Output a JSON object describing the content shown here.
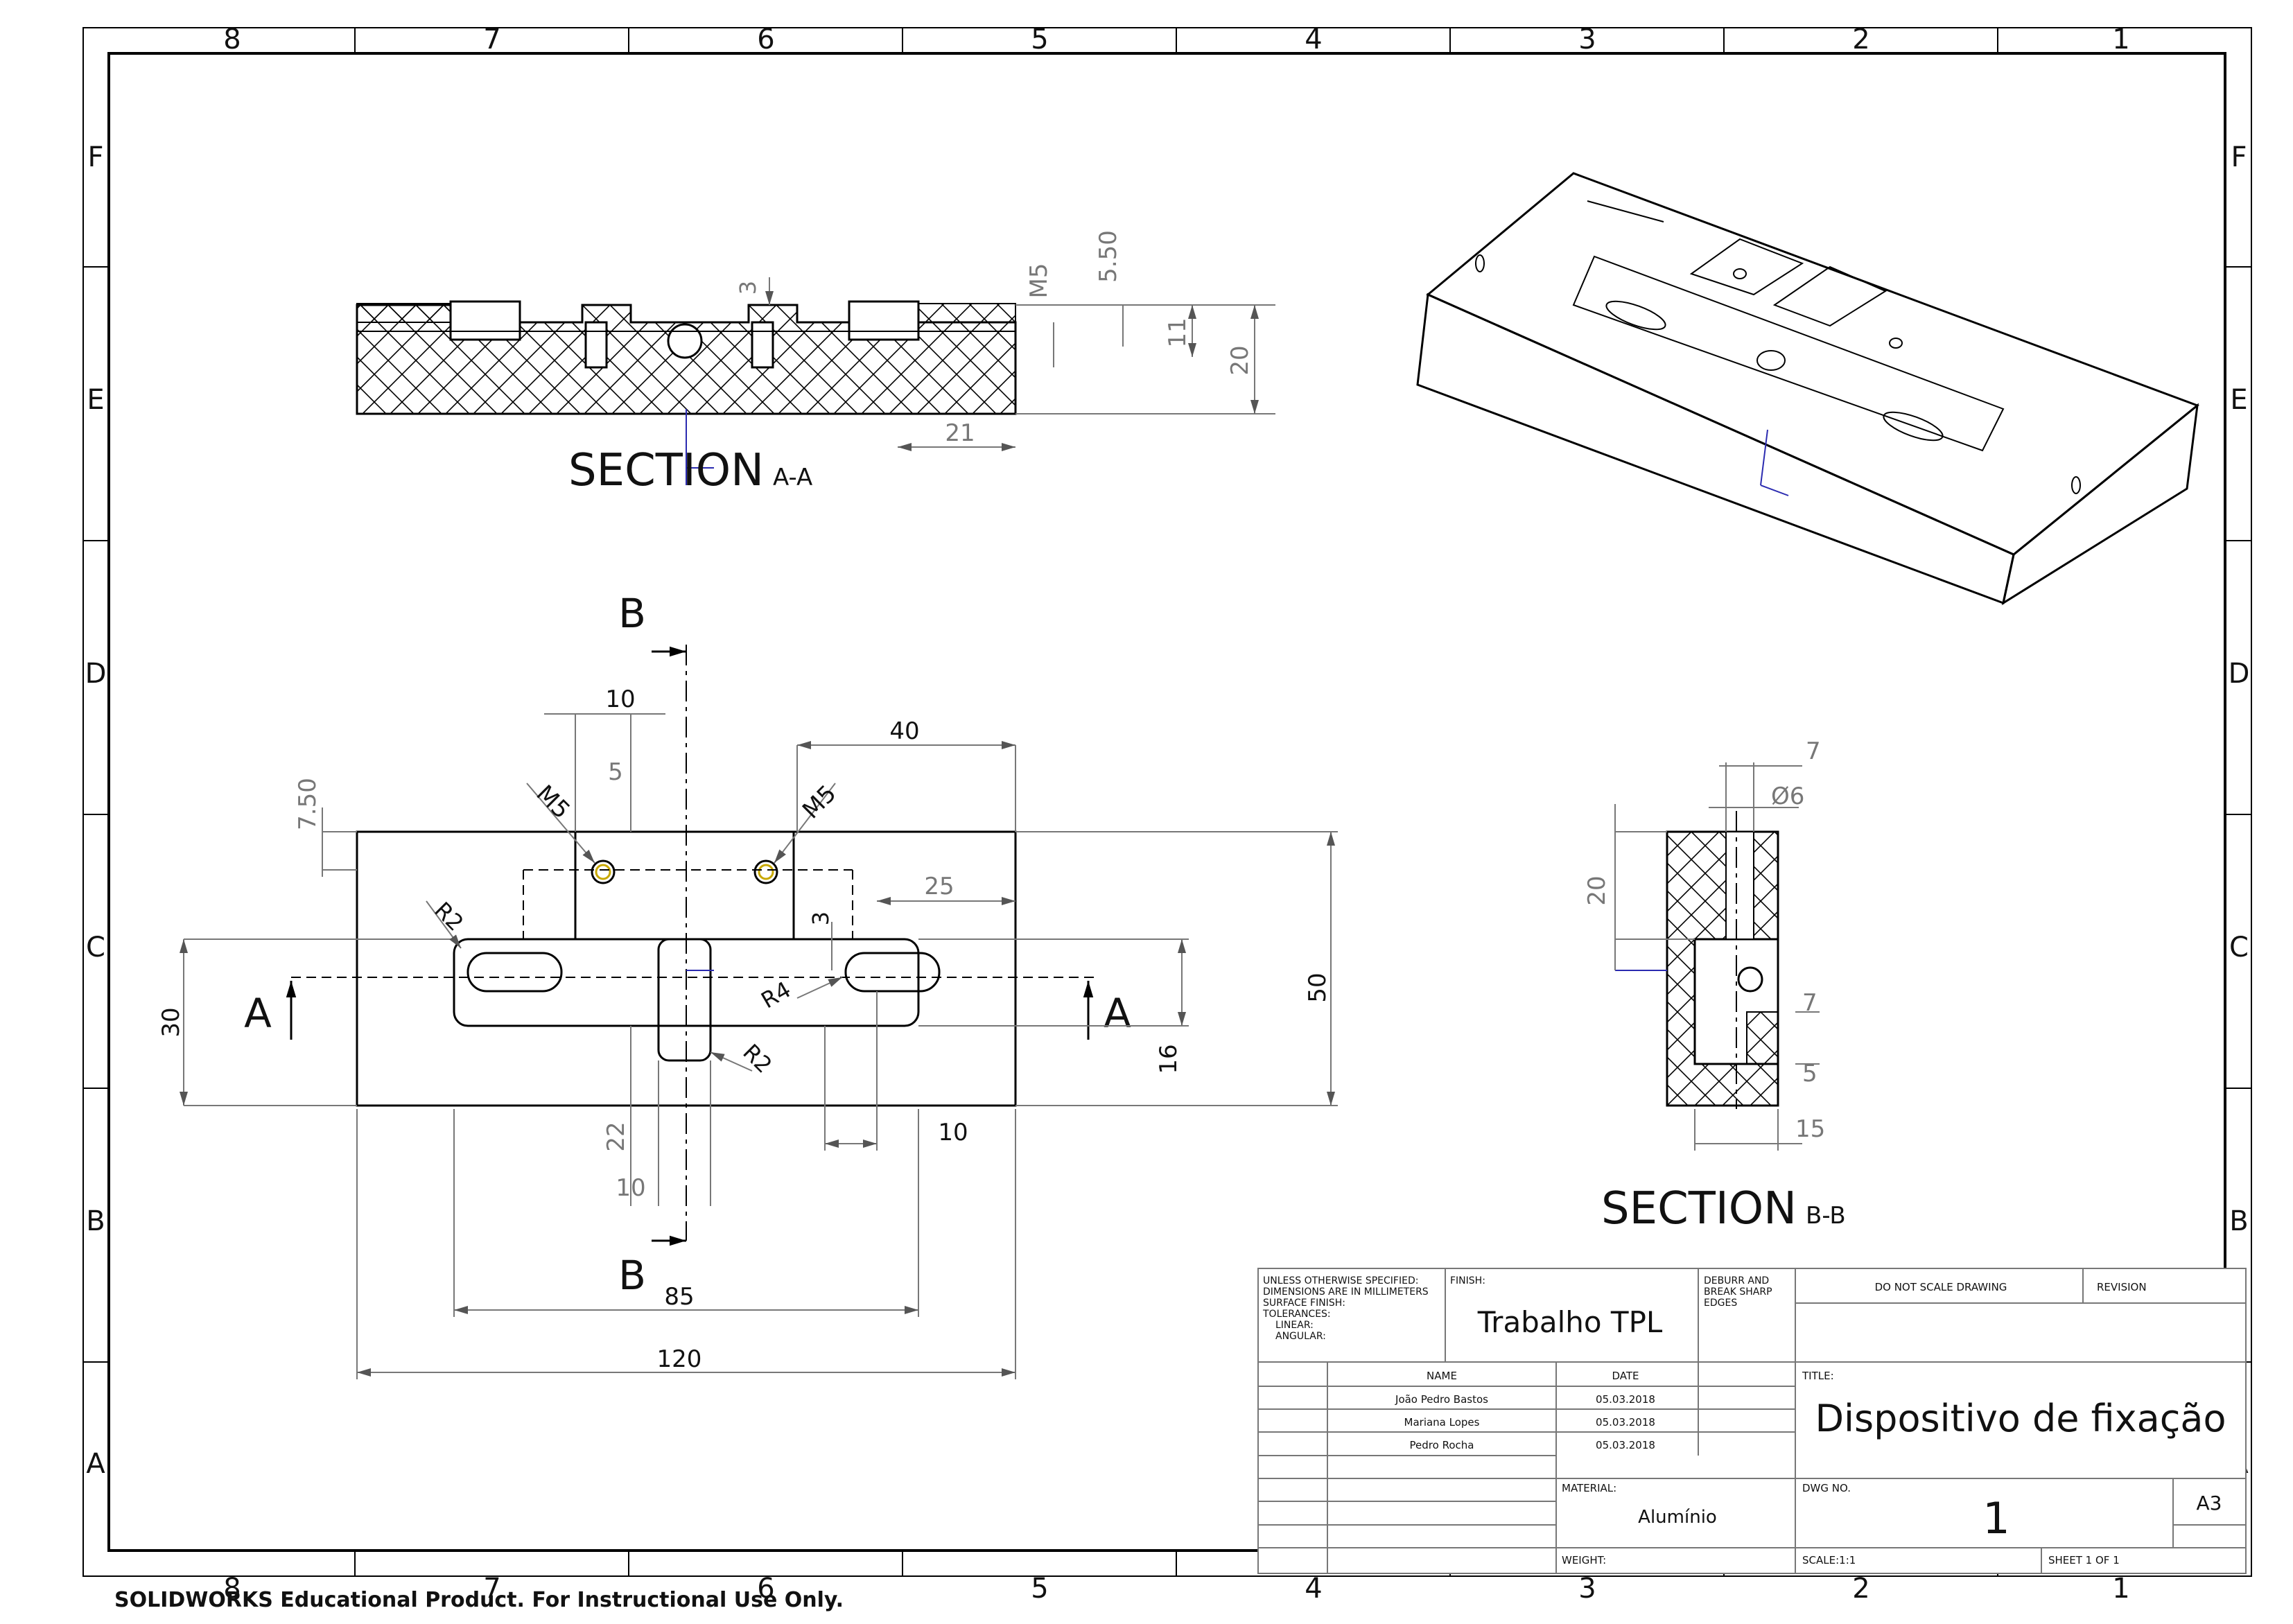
{
  "zones": {
    "columns": [
      "8",
      "7",
      "6",
      "5",
      "4",
      "3",
      "2",
      "1"
    ],
    "rows": [
      "F",
      "E",
      "D",
      "C",
      "B",
      "A"
    ]
  },
  "section_aa": {
    "title": "SECTION",
    "suffix": "A-A",
    "dims": {
      "d3": "3",
      "m5": "M5",
      "d550": "5.50",
      "d11": "11",
      "d20": "20",
      "d21": "21"
    }
  },
  "top_view": {
    "labels": {
      "b_top": "B",
      "b_bottom": "B",
      "a_left": "A",
      "a_right": "A"
    },
    "dims": {
      "d10_top": "10",
      "d5": "5",
      "d40": "40",
      "d750": "7.50",
      "m5_left": "M5",
      "m5_right": "M5",
      "r2_left": "R2",
      "d25": "25",
      "d3": "3",
      "r4": "R4",
      "r2_mid": "R2",
      "d30": "30",
      "d50": "50",
      "d16": "16",
      "d22": "22",
      "d10_mid": "10",
      "d10_right": "10",
      "d85": "85",
      "d120": "120"
    }
  },
  "section_bb": {
    "title": "SECTION",
    "suffix": "B-B",
    "dims": {
      "d7_top": "7",
      "dia6": "Ø6",
      "d20": "20",
      "d7_mid": "7",
      "d5": "5",
      "d15": "15"
    }
  },
  "title_block": {
    "tolerances": [
      "UNLESS OTHERWISE SPECIFIED:",
      "DIMENSIONS ARE IN MILLIMETERS",
      "SURFACE FINISH:",
      "TOLERANCES:",
      "LINEAR:",
      "ANGULAR:"
    ],
    "finish_label": "FINISH:",
    "finish_value": "Trabalho TPL",
    "deburr": [
      "DEBURR AND",
      "BREAK SHARP",
      "EDGES"
    ],
    "do_not_scale": "DO NOT SCALE DRAWING",
    "revision_label": "REVISION",
    "name_header": "NAME",
    "date_header": "DATE",
    "people": [
      {
        "name": "João Pedro Bastos",
        "date": "05.03.2018"
      },
      {
        "name": "Mariana Lopes",
        "date": "05.03.2018"
      },
      {
        "name": "Pedro Rocha",
        "date": "05.03.2018"
      }
    ],
    "title_label": "TITLE:",
    "title_value": "Dispositivo de fixação",
    "material_label": "MATERIAL:",
    "material_value": "Alumínio",
    "dwg_label": "DWG NO.",
    "dwg_value": "1",
    "size": "A3",
    "weight_label": "WEIGHT:",
    "scale": "SCALE:1:1",
    "sheet": "SHEET 1 OF 1"
  },
  "footer": "SOLIDWORKS Educational Product. For Instructional Use Only."
}
